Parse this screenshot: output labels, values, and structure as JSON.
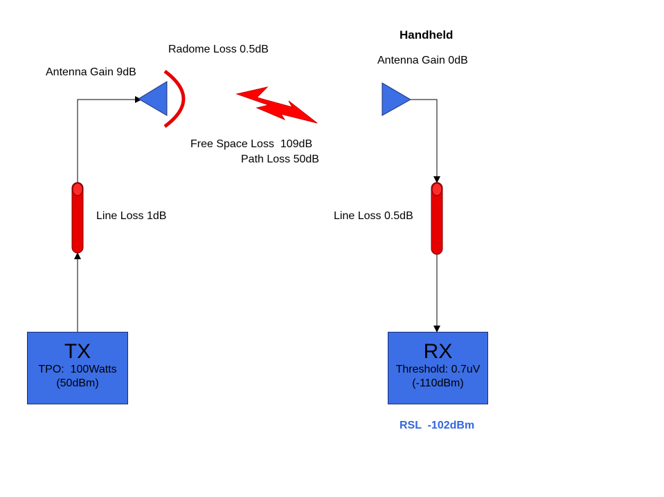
{
  "colors": {
    "device_blue": "#3c6ee6",
    "cable_red": "#e60000",
    "rsl_blue": "#3366dd"
  },
  "handheld_title": "Handheld",
  "radome_loss": "Radome Loss 0.5dB",
  "tx_antenna_gain": "Antenna Gain 9dB",
  "rx_antenna_gain": "Antenna Gain 0dB",
  "free_space_loss": "Free Space Loss  109dB",
  "path_loss": "Path Loss 50dB",
  "tx_line_loss": "Line Loss 1dB",
  "rx_line_loss": "Line Loss 0.5dB",
  "tx": {
    "title": "TX",
    "line1": "TPO:  100Watts",
    "line2": "(50dBm)"
  },
  "rx": {
    "title": "RX",
    "line1": "Threshold: 0.7uV",
    "line2": "(-110dBm)"
  },
  "rsl": "RSL  -102dBm"
}
